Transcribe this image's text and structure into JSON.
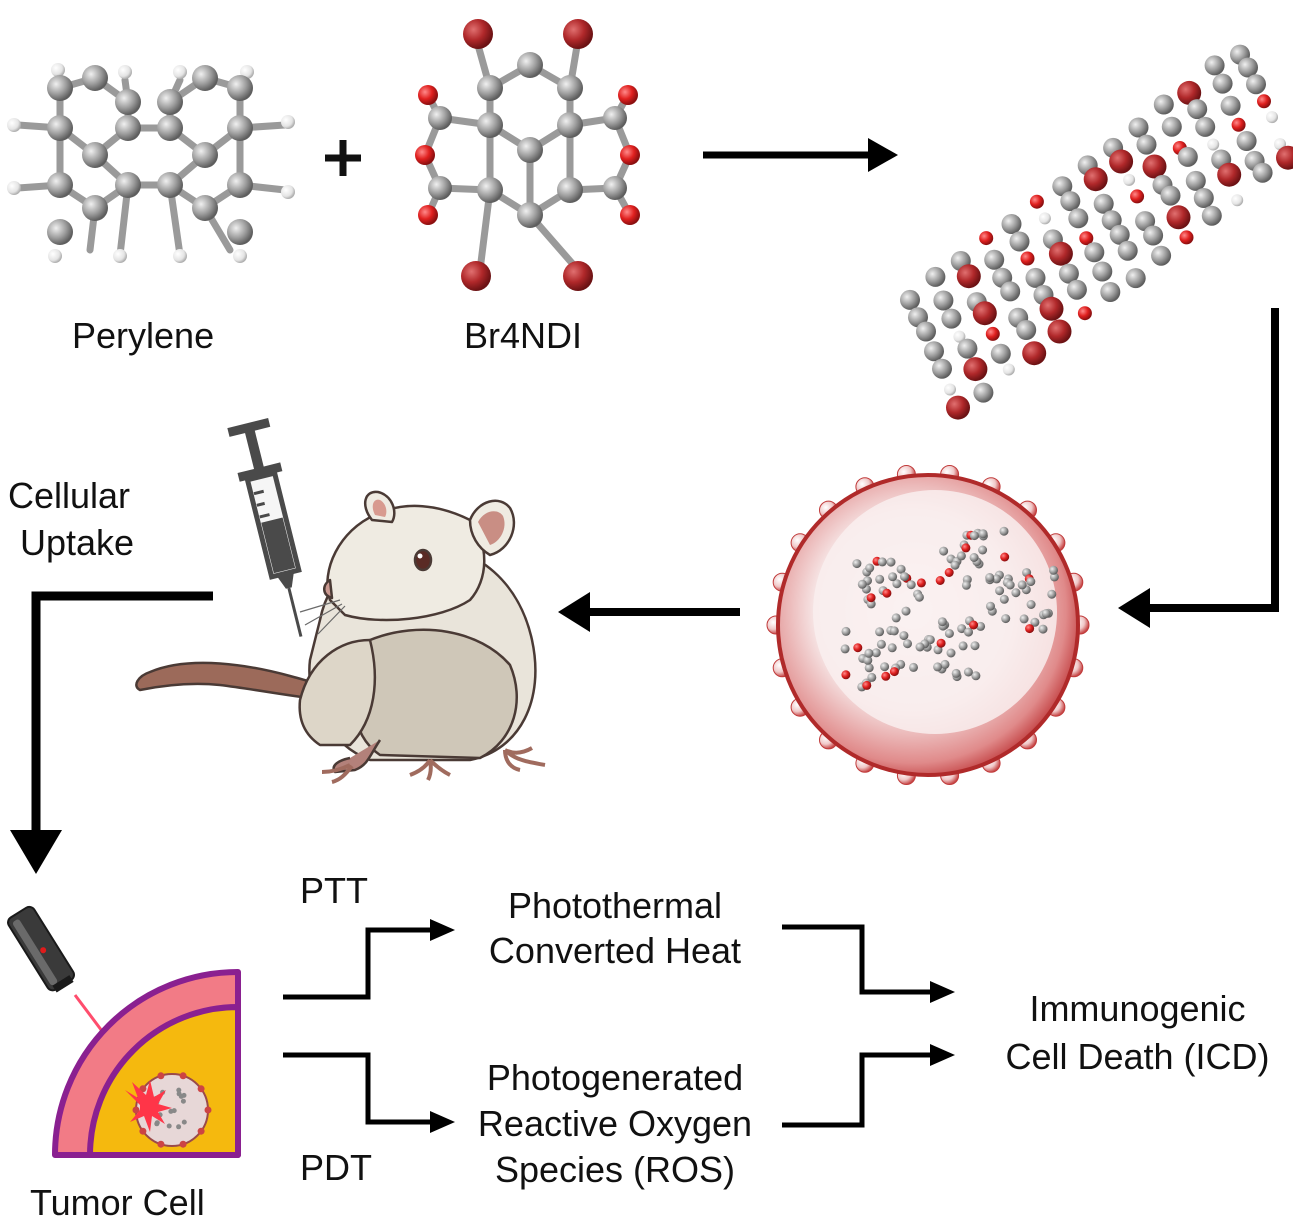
{
  "molecules": {
    "perylene_label": "Perylene",
    "plus": "+",
    "br4ndi_label": "Br4NDI"
  },
  "steps": {
    "uptake_line1": "Cellular",
    "uptake_line2": "Uptake",
    "ptt": "PTT",
    "pdt": "PDT",
    "tumor_cell": "Tumor Cell",
    "heat_line1": "Photothermal",
    "heat_line2": "Converted Heat",
    "ros_line1": "Photogenerated",
    "ros_line2": "Reactive Oxygen",
    "ros_line3": "Species (ROS)",
    "icd_line1": "Immunogenic",
    "icd_line2": "Cell Death (ICD)"
  },
  "colors": {
    "carbon": "#9a9a9a",
    "hydrogen": "#f2f2f2",
    "oxygen": "#d8262a",
    "bromine": "#b3262b",
    "tumor_outer": "#f27b86",
    "tumor_inner": "#f5b90e",
    "tumor_border": "#8a2090",
    "arrow": "#000000"
  }
}
